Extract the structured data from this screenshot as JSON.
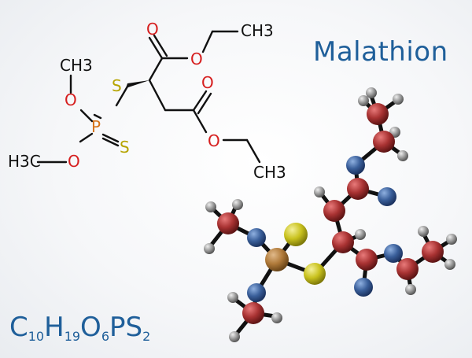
{
  "title": "Malathion",
  "formula": {
    "parts": [
      {
        "el": "C",
        "n": "10"
      },
      {
        "el": "H",
        "n": "19"
      },
      {
        "el": "O",
        "n": "6"
      },
      {
        "el": "P",
        "n": ""
      },
      {
        "el": "S",
        "n": "2"
      }
    ]
  },
  "structure_labels": {
    "o_carbonyl_1": "O",
    "o_ester_1": "O",
    "ch3_1": "CH3",
    "ch3_top_left": "CH3",
    "s_thio": "S",
    "o_left_top": "O",
    "p_atom": "P",
    "s_double": "S",
    "h3c": "H3C",
    "o_left_bottom": "O",
    "o_carbonyl_2": "O",
    "o_ester_2": "O",
    "ch3_2": "CH3"
  },
  "colors": {
    "text_blue": "#1f5f9a",
    "oxygen": "#d61f1f",
    "sulfur": "#b6a400",
    "phosphorus": "#d6741a",
    "carbon_ball": "#a83232",
    "oxygen_ball": "#3a5f9a",
    "sulfur_ball": "#c9c21e",
    "phosphorus_ball": "#b07a3a",
    "hydrogen_ball": "#8a8a8a"
  }
}
